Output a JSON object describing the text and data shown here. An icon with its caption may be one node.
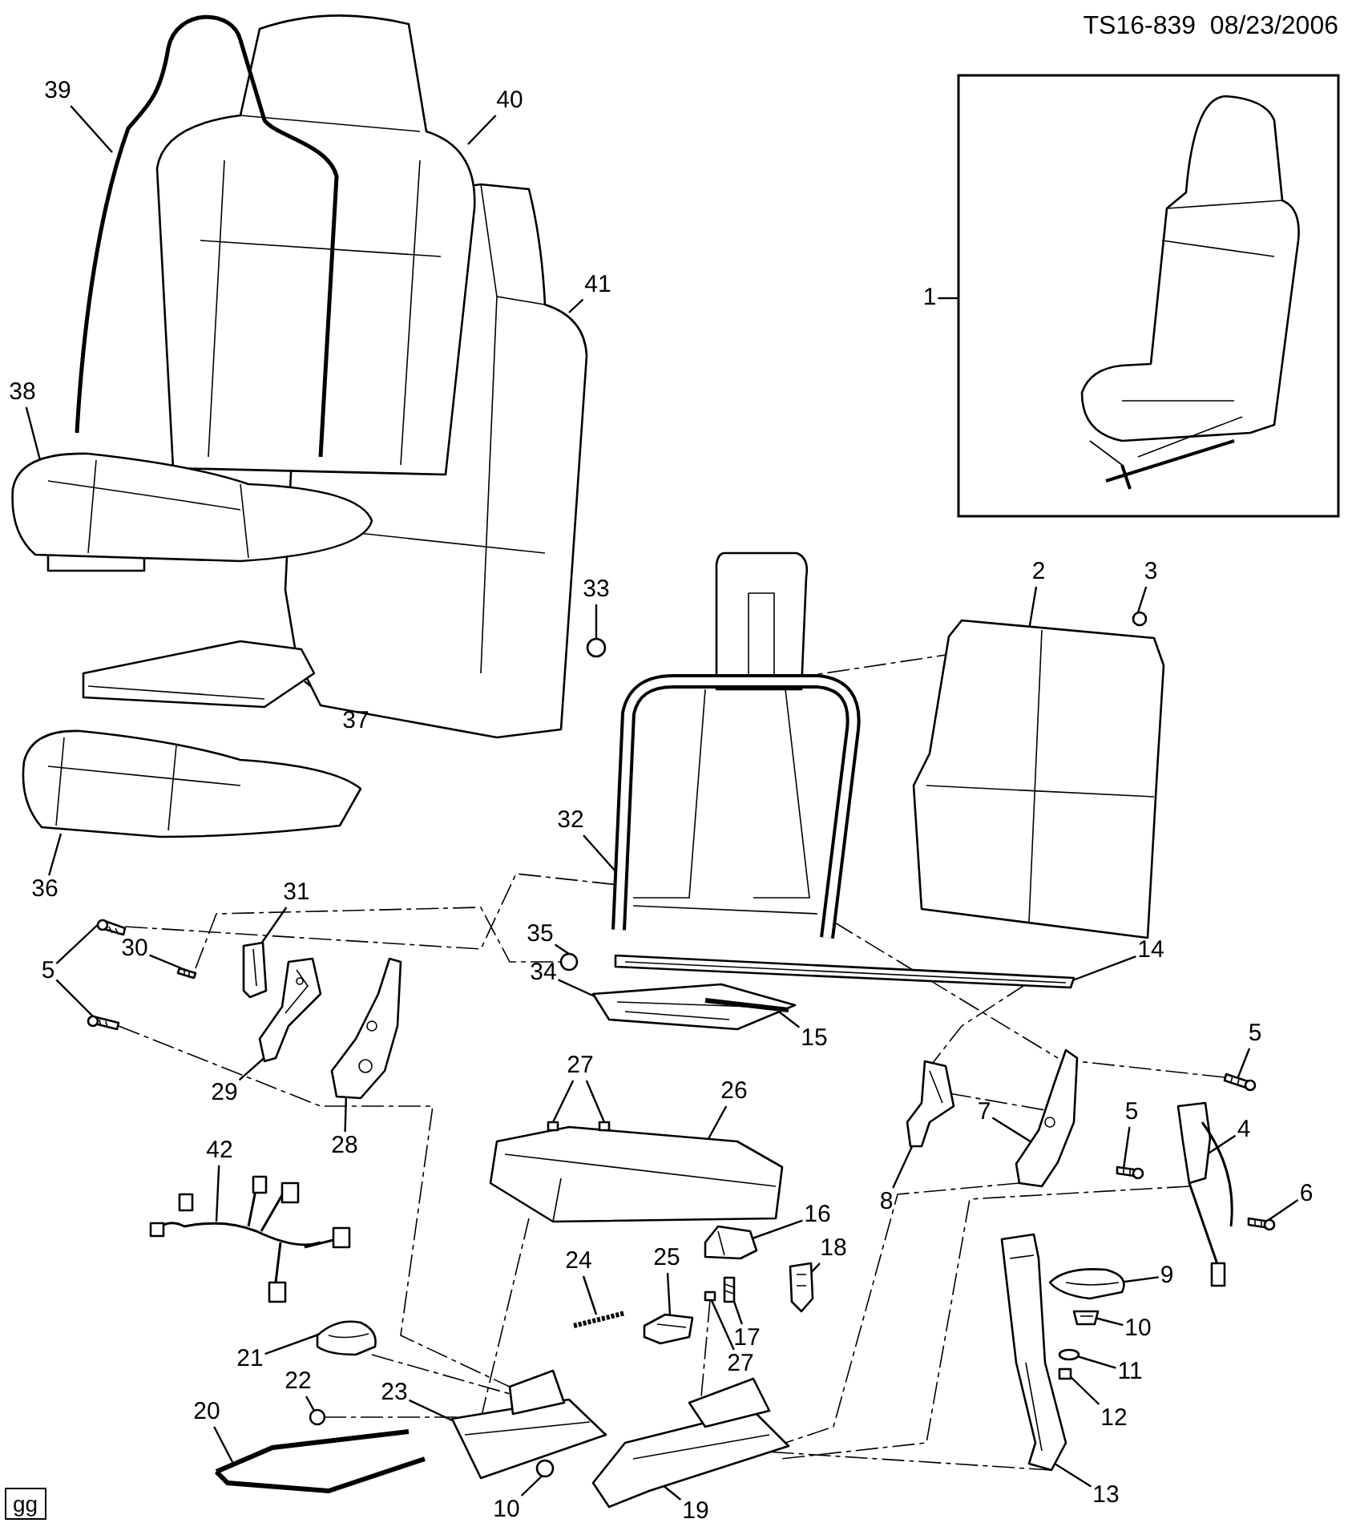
{
  "diagram": {
    "nodes": [
      {
        "text": [
          "39"
        ]
      },
      {
        "text": [
          "40"
        ]
      },
      {
        "text": [
          "41"
        ]
      },
      {
        "text": [
          "1"
        ]
      },
      {
        "text": [
          "38"
        ]
      },
      {
        "text": [
          "2"
        ]
      },
      {
        "text": [
          "3"
        ]
      },
      {
        "text": [
          "33"
        ]
      },
      {
        "text": [
          "37"
        ]
      },
      {
        "text": [
          "32"
        ]
      },
      {
        "text": [
          "36"
        ]
      },
      {
        "text": [
          "35"
        ]
      },
      {
        "text": [
          "31"
        ]
      },
      {
        "text": [
          "5"
        ]
      },
      {
        "text": [
          "30"
        ]
      },
      {
        "text": [
          "14"
        ]
      },
      {
        "text": [
          "34"
        ]
      },
      {
        "text": [
          "15"
        ]
      },
      {
        "text": [
          "5"
        ]
      },
      {
        "text": [
          "27"
        ]
      },
      {
        "text": [
          "29"
        ]
      },
      {
        "text": [
          "26"
        ]
      },
      {
        "text": [
          "28"
        ]
      },
      {
        "text": [
          "7"
        ]
      },
      {
        "text": [
          "5"
        ]
      },
      {
        "text": [
          "4"
        ]
      },
      {
        "text": [
          "8"
        ]
      },
      {
        "text": [
          "6"
        ]
      },
      {
        "text": [
          "16"
        ]
      },
      {
        "text": [
          "24"
        ]
      },
      {
        "text": [
          "18"
        ]
      },
      {
        "text": [
          "25"
        ]
      },
      {
        "text": [
          "9"
        ]
      },
      {
        "text": [
          "17"
        ]
      },
      {
        "text": [
          "21"
        ]
      },
      {
        "text": [
          "27"
        ]
      },
      {
        "text": [
          "10"
        ]
      },
      {
        "text": [
          "11"
        ]
      },
      {
        "text": [
          "23"
        ]
      },
      {
        "text": [
          "22"
        ]
      },
      {
        "text": [
          "20"
        ]
      },
      {
        "text": [
          "12"
        ]
      },
      {
        "text": [
          "10"
        ]
      },
      {
        "text": [
          "19"
        ]
      },
      {
        "text": [
          "13"
        ]
      },
      {
        "text": [
          "42"
        ]
      },
      {
        "text": [],
        "shape": "picture"
      },
      {
        "text": [],
        "shape": "picture"
      },
      {
        "text": [],
        "shape": "picture"
      },
      {
        "text": [],
        "shape": "picture"
      },
      {
        "text": [],
        "shape": "picture"
      },
      {
        "text": [],
        "shape": "picture"
      },
      {
        "text": [],
        "shape": "circle"
      },
      {
        "text": [],
        "shape": "circle"
      },
      {
        "text": [],
        "shape": "picture"
      },
      {
        "text": [],
        "shape": "picture"
      },
      {
        "text": [],
        "shape": "picture"
      },
      {
        "text": [],
        "shape": "circle"
      },
      {
        "text": [],
        "shape": "picture"
      },
      {
        "text": [],
        "shape": "picture"
      },
      {
        "text": [],
        "shape": "picture"
      },
      {
        "text": [],
        "shape": "picture"
      },
      {
        "text": [],
        "shape": "picture"
      },
      {
        "text": [],
        "shape": "picture"
      },
      {
        "text": [],
        "shape": "picture"
      },
      {
        "text": [],
        "shape": "picture"
      },
      {
        "text": [],
        "shape": "picture"
      },
      {
        "text": [],
        "shape": "picture"
      },
      {
        "text": [],
        "shape": "box"
      },
      {
        "text": [],
        "shape": "box"
      },
      {
        "text": [],
        "shape": "picture"
      },
      {
        "text": [],
        "shape": "picture"
      },
      {
        "text": [],
        "shape": "picture"
      },
      {
        "text": [],
        "shape": "picture"
      },
      {
        "text": [],
        "shape": "picture"
      },
      {
        "text": [],
        "shape": "picture"
      },
      {
        "text": [],
        "shape": "picture"
      },
      {
        "text": [],
        "shape": "picture"
      },
      {
        "text": [],
        "shape": "picture"
      },
      {
        "text": [],
        "shape": "picture"
      },
      {
        "text": [],
        "shape": "picture"
      },
      {
        "text": [],
        "shape": "box"
      },
      {
        "text": [],
        "shape": "picture"
      },
      {
        "text": [],
        "shape": "picture"
      },
      {
        "text": [],
        "shape": "picture"
      },
      {
        "text": [],
        "shape": "circle"
      },
      {
        "text": [],
        "shape": "box"
      },
      {
        "text": [],
        "shape": "picture"
      },
      {
        "text": [],
        "shape": "picture"
      },
      {
        "text": [],
        "shape": "circle"
      },
      {
        "text": [],
        "shape": "picture"
      },
      {
        "text": [],
        "shape": "picture"
      },
      {
        "text": [],
        "shape": "circle"
      }
    ],
    "edges": [
      {
        "from": 0,
        "to": 48,
        "arrow": "none"
      },
      {
        "from": 1,
        "to": 47,
        "arrow": "none"
      },
      {
        "from": 2,
        "to": 46,
        "arrow": "none"
      },
      {
        "from": 3,
        "to": 50,
        "arrow": "none"
      },
      {
        "from": 4,
        "to": 49,
        "arrow": "none"
      },
      {
        "from": 5,
        "to": 51,
        "arrow": "none"
      },
      {
        "from": 6,
        "to": 52,
        "arrow": "none"
      },
      {
        "from": 7,
        "to": 53,
        "arrow": "none"
      },
      {
        "from": 8,
        "to": 54,
        "arrow": "none"
      },
      {
        "from": 9,
        "to": 55,
        "arrow": "none"
      },
      {
        "from": 10,
        "to": 56,
        "arrow": "none"
      },
      {
        "from": 11,
        "to": 57,
        "arrow": "none"
      },
      {
        "from": 12,
        "to": 63,
        "arrow": "none"
      },
      {
        "from": 13,
        "to": 60,
        "arrow": "none"
      },
      {
        "from": 13,
        "to": 61,
        "arrow": "none"
      },
      {
        "from": 14,
        "to": 62,
        "arrow": "none"
      },
      {
        "from": 15,
        "to": 58,
        "arrow": "none"
      },
      {
        "from": 16,
        "to": 59,
        "arrow": "none"
      },
      {
        "from": 17,
        "to": 59,
        "arrow": "none"
      },
      {
        "from": 18,
        "to": 66,
        "arrow": "none"
      },
      {
        "from": 19,
        "to": 68,
        "arrow": "none"
      },
      {
        "from": 19,
        "to": 69,
        "arrow": "none"
      },
      {
        "from": 20,
        "to": 64,
        "arrow": "none"
      },
      {
        "from": 21,
        "to": 67,
        "arrow": "none"
      },
      {
        "from": 22,
        "to": 65,
        "arrow": "none"
      },
      {
        "from": 23,
        "to": 71,
        "arrow": "none"
      },
      {
        "from": 24,
        "to": 72,
        "arrow": "none"
      },
      {
        "from": 25,
        "to": 73,
        "arrow": "none"
      },
      {
        "from": 26,
        "to": 70,
        "arrow": "none"
      },
      {
        "from": 27,
        "to": 74,
        "arrow": "none"
      },
      {
        "from": 28,
        "to": 76,
        "arrow": "none"
      },
      {
        "from": 29,
        "to": 77,
        "arrow": "none"
      },
      {
        "from": 30,
        "to": 78,
        "arrow": "none"
      },
      {
        "from": 31,
        "to": 79,
        "arrow": "none"
      },
      {
        "from": 32,
        "to": 83,
        "arrow": "none"
      },
      {
        "from": 33,
        "to": 80,
        "arrow": "none"
      },
      {
        "from": 34,
        "to": 82,
        "arrow": "none"
      },
      {
        "from": 35,
        "to": 81,
        "arrow": "none"
      },
      {
        "from": 36,
        "to": 84,
        "arrow": "none"
      },
      {
        "from": 37,
        "to": 85,
        "arrow": "none"
      },
      {
        "from": 38,
        "to": 90,
        "arrow": "none"
      },
      {
        "from": 39,
        "to": 89,
        "arrow": "none"
      },
      {
        "from": 40,
        "to": 88,
        "arrow": "none"
      },
      {
        "from": 41,
        "to": 86,
        "arrow": "none"
      },
      {
        "from": 42,
        "to": 92,
        "arrow": "none"
      },
      {
        "from": 43,
        "to": 91,
        "arrow": "none"
      },
      {
        "from": 44,
        "to": 87,
        "arrow": "none"
      },
      {
        "from": 45,
        "to": 75,
        "arrow": "none"
      },
      {
        "from": 60,
        "to": 55,
        "arrow": "none",
        "style": "dashed"
      },
      {
        "from": 62,
        "to": 57,
        "arrow": "none",
        "style": "dashed"
      },
      {
        "from": 61,
        "to": 90,
        "arrow": "none",
        "style": "dashed"
      },
      {
        "from": 55,
        "to": 71,
        "arrow": "none",
        "style": "dashed"
      },
      {
        "from": 90,
        "to": 67,
        "arrow": "none",
        "style": "dashed"
      },
      {
        "from": 55,
        "to": 51,
        "arrow": "none",
        "style": "dashed"
      },
      {
        "from": 66,
        "to": 71,
        "arrow": "none",
        "style": "dashed"
      },
      {
        "from": 70,
        "to": 71,
        "arrow": "none",
        "style": "dashed"
      },
      {
        "from": 58,
        "to": 70,
        "arrow": "none",
        "style": "dashed"
      },
      {
        "from": 71,
        "to": 91,
        "arrow": "none",
        "style": "dashed"
      },
      {
        "from": 73,
        "to": 91,
        "arrow": "none",
        "style": "dashed"
      },
      {
        "from": 87,
        "to": 91,
        "arrow": "none",
        "style": "dashed"
      },
      {
        "from": 82,
        "to": 90,
        "arrow": "none",
        "style": "dashed"
      },
      {
        "from": 81,
        "to": 91,
        "arrow": "none",
        "style": "dashed"
      },
      {
        "from": 89,
        "to": 90,
        "arrow": "none",
        "style": "dashed"
      }
    ],
    "labels": [
      "TS16-839  08/23/2006",
      "gg"
    ]
  }
}
